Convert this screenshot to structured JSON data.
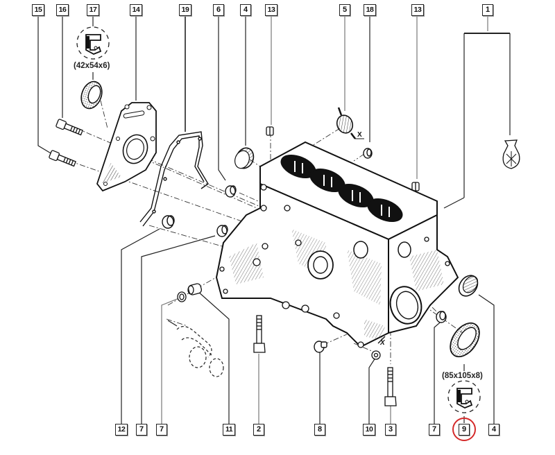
{
  "diagram": {
    "title": "Engine cylinder block exploded view",
    "highlight_color": "#d42a2a",
    "callouts_top": [
      {
        "id": "15",
        "label": "15"
      },
      {
        "id": "16",
        "label": "16"
      },
      {
        "id": "17",
        "label": "17"
      },
      {
        "id": "14",
        "label": "14"
      },
      {
        "id": "19",
        "label": "19"
      },
      {
        "id": "6",
        "label": "6"
      },
      {
        "id": "4",
        "label": "4"
      },
      {
        "id": "13a",
        "label": "13"
      },
      {
        "id": "5",
        "label": "5"
      },
      {
        "id": "18",
        "label": "18"
      },
      {
        "id": "13b",
        "label": "13"
      },
      {
        "id": "1",
        "label": "1"
      }
    ],
    "callouts_bottom": [
      {
        "id": "12",
        "label": "12"
      },
      {
        "id": "7a",
        "label": "7"
      },
      {
        "id": "7b",
        "label": "7"
      },
      {
        "id": "11",
        "label": "11"
      },
      {
        "id": "2",
        "label": "2"
      },
      {
        "id": "8",
        "label": "8"
      },
      {
        "id": "10",
        "label": "10"
      },
      {
        "id": "3",
        "label": "3"
      },
      {
        "id": "7c",
        "label": "7"
      },
      {
        "id": "9",
        "label": "9",
        "highlighted": true
      },
      {
        "id": "4b",
        "label": "4"
      }
    ],
    "seal_dimensions": {
      "seal_17": "(42x54x6)",
      "seal_9": "(85x105x8)"
    },
    "marks": {
      "x_mark": "X"
    },
    "icons": {
      "seal_profile_17": "seal-profile-icon",
      "seal_profile_9": "seal-profile-icon",
      "kit_bag": "parts-bag-icon"
    }
  }
}
